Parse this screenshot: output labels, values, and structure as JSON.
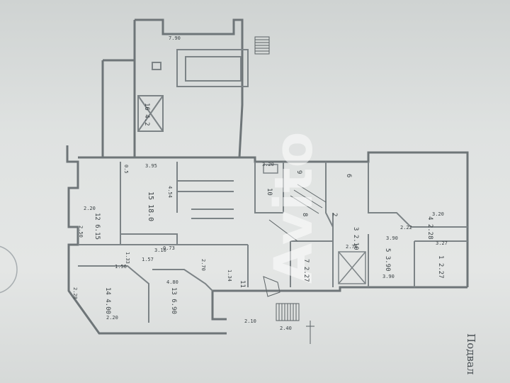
{
  "caption": "Подвал",
  "watermark": "Avito",
  "room_labels": [
    {
      "id": "r1",
      "text": "15 18.0",
      "sub": "4.54"
    },
    {
      "id": "r2",
      "text": "14 4.00"
    },
    {
      "id": "r3",
      "text": "13 6.90"
    },
    {
      "id": "r4",
      "text": "12 6.15"
    },
    {
      "id": "r5",
      "text": "11"
    },
    {
      "id": "r6",
      "text": "10"
    },
    {
      "id": "r7",
      "text": "9"
    },
    {
      "id": "r8",
      "text": "8"
    },
    {
      "id": "r9",
      "text": "7 2.27"
    },
    {
      "id": "r10",
      "text": "6"
    },
    {
      "id": "r11",
      "text": "5 3.90"
    },
    {
      "id": "r12",
      "text": "4 2.28"
    },
    {
      "id": "r13",
      "text": "3 2.10"
    },
    {
      "id": "r14",
      "text": "2"
    },
    {
      "id": "r15",
      "text": "1 2.27"
    },
    {
      "id": "r16",
      "text": "16 4.2"
    }
  ],
  "dimensions": [
    "7.90",
    "3.95",
    "0.5",
    "2.20",
    "2.50",
    "1.33",
    "1.56",
    "2.28",
    "4.80",
    "2.20",
    "2.10",
    "2.70",
    "3.10",
    "3.20",
    "3.20",
    "2.76",
    "3.90",
    "2.22",
    "3.90",
    "3.27",
    "2.40",
    "0.73",
    "1.57",
    "1.34"
  ]
}
